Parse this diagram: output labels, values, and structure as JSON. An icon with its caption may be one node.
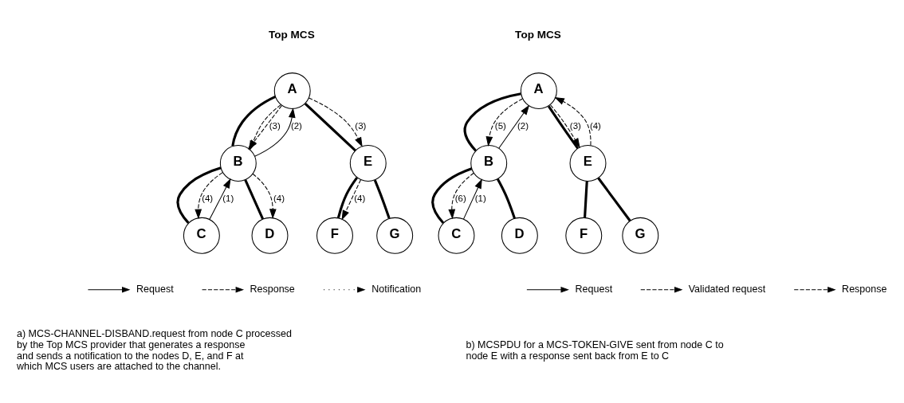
{
  "diagram": {
    "nodes": [
      {
        "text": [
          "A"
        ],
        "beside": [
          "Top MCS"
        ]
      },
      {
        "text": [
          "B"
        ]
      },
      {
        "text": [
          "E"
        ]
      },
      {
        "text": [
          "C"
        ]
      },
      {
        "text": [
          "D"
        ]
      },
      {
        "text": [
          "F"
        ]
      },
      {
        "text": [
          "G"
        ]
      },
      {
        "text": [
          "A"
        ],
        "beside": [
          "Top MCS"
        ]
      },
      {
        "text": [
          "B"
        ]
      },
      {
        "text": [
          "E"
        ]
      },
      {
        "text": [
          "C"
        ]
      },
      {
        "text": [
          "D"
        ]
      },
      {
        "text": [
          "F"
        ]
      },
      {
        "text": [
          "G"
        ]
      }
    ],
    "edges": [
      {
        "from": 0,
        "to": 1,
        "arrow": "none",
        "style": "thick"
      },
      {
        "from": 0,
        "to": 2,
        "arrow": "none",
        "style": "thick"
      },
      {
        "from": 1,
        "to": 3,
        "arrow": "none",
        "style": "thick"
      },
      {
        "from": 1,
        "to": 4,
        "arrow": "none",
        "style": "thick"
      },
      {
        "from": 2,
        "to": 5,
        "arrow": "none",
        "style": "thick"
      },
      {
        "from": 2,
        "to": 6,
        "arrow": "none",
        "style": "thick"
      },
      {
        "from": 3,
        "to": 1,
        "arrow": "to",
        "label": "(1)"
      },
      {
        "from": 1,
        "to": 0,
        "arrow": "to",
        "label": "(2)"
      },
      {
        "from": 0,
        "to": 1,
        "arrow": "to",
        "style": "dashed"
      },
      {
        "from": 0,
        "to": 1,
        "arrow": "to",
        "style": "dashed",
        "label": "(3)"
      },
      {
        "from": 0,
        "to": 2,
        "arrow": "to",
        "style": "dashed",
        "label": "(3)"
      },
      {
        "from": 1,
        "to": 3,
        "arrow": "to",
        "style": "dashed",
        "label": "(4)"
      },
      {
        "from": 1,
        "to": 4,
        "arrow": "to",
        "style": "dashed",
        "label": "(4)"
      },
      {
        "from": 2,
        "to": 5,
        "arrow": "to",
        "style": "dashed",
        "label": "(4)"
      },
      {
        "from": 7,
        "to": 8,
        "arrow": "none",
        "style": "thick"
      },
      {
        "from": 7,
        "to": 9,
        "arrow": "none",
        "style": "thick"
      },
      {
        "from": 8,
        "to": 10,
        "arrow": "none",
        "style": "thick"
      },
      {
        "from": 8,
        "to": 11,
        "arrow": "none",
        "style": "thick"
      },
      {
        "from": 9,
        "to": 12,
        "arrow": "none",
        "style": "thick"
      },
      {
        "from": 9,
        "to": 13,
        "arrow": "none",
        "style": "thick"
      },
      {
        "from": 10,
        "to": 8,
        "arrow": "to",
        "label": "(1)"
      },
      {
        "from": 8,
        "to": 7,
        "arrow": "to",
        "label": "(2)"
      },
      {
        "from": 7,
        "to": 9,
        "arrow": "to",
        "style": "dashed",
        "label": "(3)"
      },
      {
        "from": 9,
        "to": 7,
        "arrow": "to",
        "style": "dashed",
        "label": "(4)"
      },
      {
        "from": 7,
        "to": 8,
        "arrow": "to",
        "style": "dashed",
        "label": "(5)"
      },
      {
        "from": 8,
        "to": 10,
        "arrow": "to",
        "style": "dashed",
        "label": "(6)"
      }
    ],
    "labels": [
      "a) MCS-CHANNEL-DISBAND.request from node C processed by the Top MCS provider that generates a response and sends a notification to the nodes D, E, and F at which MCS users are attached to the channel.",
      "b) MCSPDU for a MCS-TOKEN-GIVE sent from node C to node E with a response sent back from E to C"
    ],
    "legend": [
      {
        "text": "Request"
      },
      {
        "text": "Response"
      },
      {
        "text": "Notification"
      },
      {
        "text": "Request"
      },
      {
        "text": "Validated request"
      },
      {
        "text": "Response"
      }
    ]
  }
}
